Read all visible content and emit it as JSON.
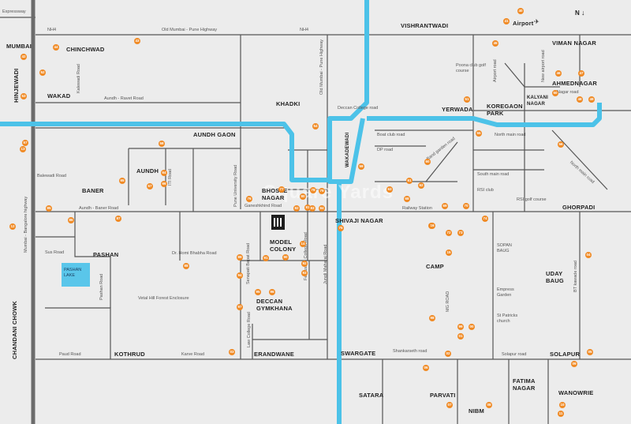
{
  "areas": [
    "MUMBAI",
    "HINJEWADI",
    "CHINCHWAD",
    "WAKAD",
    "KHADKI",
    "AUNDH GAON",
    "AUNDH",
    "BANER",
    "BHOSLE NAGAR",
    "MODEL COLONY",
    "PASHAN",
    "SHIVAJI NAGAR",
    "DECCAN GYMKHANA",
    "KOTHRUD",
    "ERANDWANE",
    "SWARGATE",
    "CAMP",
    "VISHRANTWADI",
    "YERWADA",
    "KOREGAON PARK",
    "KALYANI NAGAR",
    "VIMAN NAGAR",
    "AHMEDNAGAR",
    "GHORPADI",
    "UDAY BAUG",
    "SOLAPUR",
    "SATARA",
    "PARVATI",
    "NIBM",
    "FATIMA NAGAR",
    "WANOWRIE",
    "CHANDANI CHOWK",
    "WAKADEWADI",
    "Airport",
    "PASHAN LAKE"
  ],
  "roads": [
    "Expressway",
    "NH4",
    "Old Mumbai - Pune Highway",
    "NH4",
    "Kalewadi Road",
    "Aundh - Ravet Road",
    "Old Mumbai - Pune Highway",
    "Deccan College road",
    "Boat club road",
    "DP road",
    "Band garden road",
    "North main road",
    "South main road",
    "RSI club",
    "RSI golf course",
    "Railway Station",
    "Poona club golf course",
    "Airport road",
    "New airport road",
    "Nagar road",
    "North main road",
    "Balewadi Road",
    "ITI Road",
    "Pune University Road",
    "Ganeshkhind Road",
    "Aundh - Baner Road",
    "Mumbai - Bangalore highway",
    "Sus Road",
    "Dr. Homi Bhabha Road",
    "Senapati Bapat Road",
    "Fergusson College Road",
    "Jungli Maharaj Road",
    "Pashan Road",
    "Vetal Hill Forest Enclosure",
    "Law College Road",
    "Paud Road",
    "Karve Road",
    "MG ROAD",
    "SOPAN BAUG",
    "Empress Garden",
    "St Patricks church",
    "BT kawade road",
    "Shankarseth road",
    "Solapur road"
  ],
  "pins": [
    "40",
    "41",
    "42",
    "43",
    "44",
    "45",
    "46",
    "47",
    "48",
    "49",
    "50",
    "51",
    "52",
    "53",
    "54",
    "55",
    "56",
    "57",
    "58",
    "59",
    "60",
    "61",
    "62",
    "63",
    "64",
    "65",
    "66",
    "67",
    "68",
    "69",
    "70",
    "71",
    "72",
    "73",
    "74",
    "75",
    "76",
    "77",
    "78",
    "79",
    "80",
    "81",
    "82",
    "83",
    "84",
    "85",
    "86",
    "87",
    "88",
    "89",
    "90",
    "91",
    "92",
    "93",
    "94",
    "95",
    "96",
    "97",
    "98",
    "99",
    "00",
    "01",
    "02",
    "03",
    "04",
    "05",
    "06",
    "07",
    "08",
    "09",
    "10",
    "11",
    "12",
    "13",
    "14",
    "15",
    "16",
    "17",
    "18",
    "19",
    "20",
    "21",
    "22",
    "23",
    "24",
    "25",
    "26",
    "27",
    "28",
    "29",
    "30",
    "31",
    "32",
    "33",
    "34",
    "35",
    "36",
    "37",
    "38",
    "39",
    "01",
    "02"
  ],
  "north": "N",
  "watermark": "Square Yards"
}
